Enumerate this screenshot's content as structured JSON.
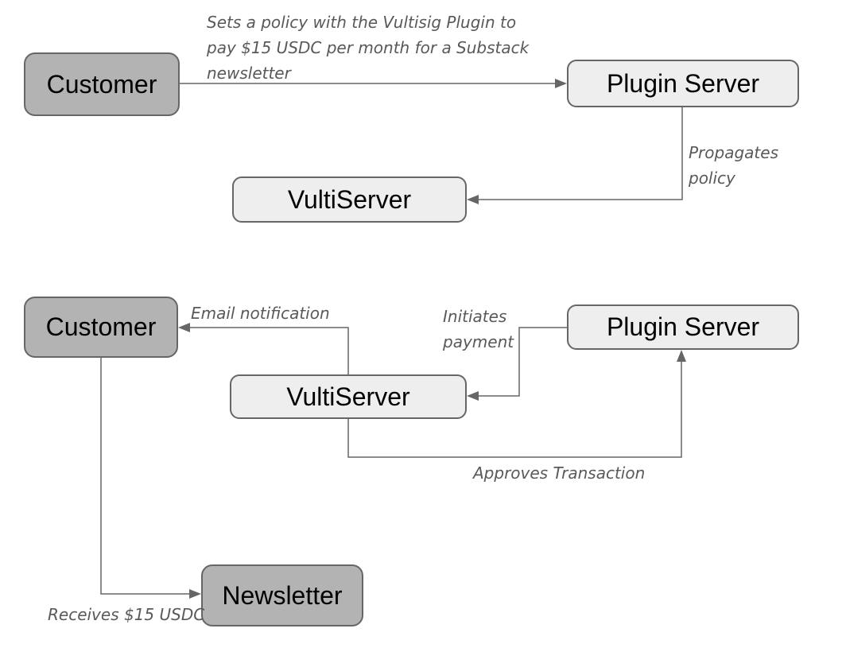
{
  "diagram": {
    "type": "flowchart",
    "colors": {
      "background": "#ffffff",
      "node_dark_fill": "#b3b3b3",
      "node_light_fill": "#eeeeee",
      "node_border": "#666666",
      "edge_stroke": "#666666",
      "node_label_text": "#000000",
      "annotation_text": "#595959"
    },
    "nodes": [
      {
        "label": "Customer",
        "variant": "dark"
      },
      {
        "label": "Plugin Server",
        "variant": "light"
      },
      {
        "label": "VultiServer",
        "variant": "light"
      },
      {
        "label": "Customer",
        "variant": "dark"
      },
      {
        "label": "VultiServer",
        "variant": "light"
      },
      {
        "label": "Plugin Server",
        "variant": "light"
      },
      {
        "label": "Newsletter",
        "variant": "dark"
      }
    ],
    "edges": [
      {
        "from": "Customer (top)",
        "to": "Plugin Server (top)",
        "label": "Sets a policy with the Vultisig Plugin to pay $15 USDC per month for a Substack newsletter"
      },
      {
        "from": "Plugin Server (top)",
        "to": "VultiServer (top)",
        "label": "Propagates policy"
      },
      {
        "from": "VultiServer (bottom)",
        "to": "Customer (bottom)",
        "label": "Email notification"
      },
      {
        "from": "Plugin Server (bottom)",
        "to": "VultiServer (bottom)",
        "label": "Initiates payment"
      },
      {
        "from": "VultiServer (bottom)",
        "to": "Plugin Server (bottom)",
        "label": "Approves Transaction"
      },
      {
        "from": "Customer (bottom)",
        "to": "Newsletter",
        "label": "Receives $15 USDC"
      }
    ]
  }
}
